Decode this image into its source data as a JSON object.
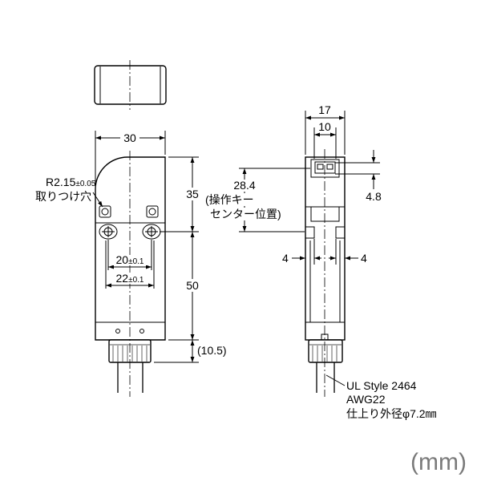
{
  "front_view": {
    "width_dim": "30",
    "hole_radius": "R2.15",
    "hole_radius_tol": "±0.05",
    "hole_label": "取りつけ穴",
    "hole_pitch_inner": "20",
    "hole_pitch_inner_tol": "±0.1",
    "hole_pitch_outer": "22",
    "hole_pitch_outer_tol": "±0.1",
    "height_to_hole": "35",
    "height_body_lower": "50",
    "connector_length": "(10.5)"
  },
  "side_view": {
    "width_outer": "17",
    "width_inner": "10",
    "key_center_height": "28.4",
    "key_center_note_line1": "(操作キー",
    "key_center_note_line2": "センター位置)",
    "key_height": "4.8",
    "slot_width_left": "4",
    "slot_width_right": "4"
  },
  "cable_note": {
    "line1": "UL Style 2464",
    "line2": "AWG22",
    "line3": "仕上り外径φ7.2㎜"
  },
  "unit_label": "(mm)",
  "colors": {
    "line": "#000000",
    "connector_line": "#555555",
    "unit_text": "#7a7a7a"
  }
}
